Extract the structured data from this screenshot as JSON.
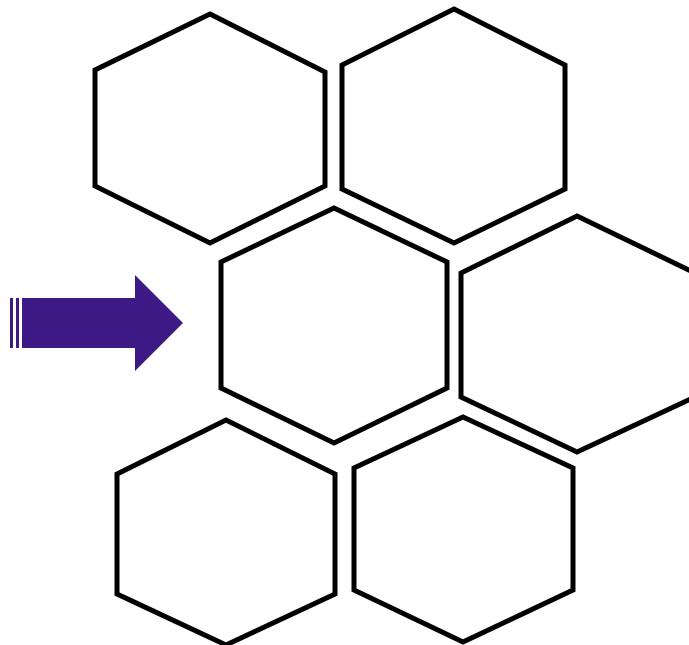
{
  "diagram": {
    "cells": [
      {
        "id": "hex-1",
        "row": 1,
        "position": "top-left"
      },
      {
        "id": "hex-2",
        "row": 1,
        "position": "top-right"
      },
      {
        "id": "hex-3",
        "row": 2,
        "position": "middle-center",
        "pointed_at": true
      },
      {
        "id": "hex-4",
        "row": 2,
        "position": "middle-right"
      },
      {
        "id": "hex-5",
        "row": 3,
        "position": "bottom-left"
      },
      {
        "id": "hex-6",
        "row": 3,
        "position": "bottom-right"
      }
    ],
    "pointer": {
      "icon": "right-arrow-icon",
      "color": "#3d1a85",
      "points_to": "hex-3"
    },
    "outline_color": "#000000",
    "background": "#ffffff"
  }
}
